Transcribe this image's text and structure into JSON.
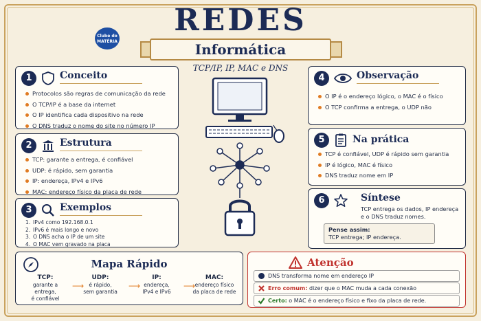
{
  "header": {
    "title": "REDES",
    "banner": "Informática",
    "subtitle": "TCP/IP, IP, MAC e DNS",
    "logo_lines": [
      "Clube do",
      "MATÉRIA"
    ]
  },
  "colors": {
    "navy": "#1c2b55",
    "orange": "#e07b22",
    "gold": "#c9a25e",
    "red": "#c0322d",
    "green": "#2b7a2b",
    "paper": "#f6efdf"
  },
  "cards": [
    {
      "num": "1",
      "icon": "shield-icon",
      "title": "Conceito",
      "items": [
        "Protocolos são regras de comunicação da rede",
        "O TCP/IP é a base da internet",
        "O IP identifica cada dispositivo na rede",
        "O DNS traduz o nome do site no número IP"
      ]
    },
    {
      "num": "2",
      "icon": "pillar-icon",
      "title": "Estrutura",
      "items": [
        "TCP: garante a entrega, é confiável",
        "UDP: é rápido, sem garantia",
        "IP: endereça, IPv4 e IPv6",
        "MAC: endereço físico da placa de rede"
      ]
    },
    {
      "num": "3",
      "icon": "magnifier-icon",
      "title": "Exemplos",
      "items": [
        {
          "n": "1.",
          "t": "IPv4 como 192.168.0.1"
        },
        {
          "n": "2.",
          "t": "IPv6 é mais longo e novo"
        },
        {
          "n": "3.",
          "t": "O DNS acha o IP de um site"
        },
        {
          "n": "4.",
          "t": "O MAC vem gravado na placa"
        }
      ]
    },
    {
      "num": "4",
      "icon": "eye-icon",
      "title": "Observação",
      "items": [
        "O IP é o endereço lógico, o MAC é o físico",
        "O TCP confirma a entrega, o UDP não"
      ]
    },
    {
      "num": "5",
      "icon": "clipboard-icon",
      "title": "Na prática",
      "items": [
        "TCP é confiável, UDP é rápido sem garantia",
        "IP é lógico, MAC é físico",
        "DNS traduz nome em IP"
      ]
    },
    {
      "num": "6",
      "icon": "star-icon",
      "title": "Síntese",
      "lines": [
        "TCP entrega os dados, IP endereça",
        "e o DNS traduz nomes."
      ],
      "pense_label": "Pense assim:",
      "pense_text": "TCP entrega; IP endereça."
    }
  ],
  "mapa": {
    "title": "Mapa Rápido",
    "items": [
      {
        "head": "TCP:",
        "lines": [
          "garante a entrega,",
          "é confiável"
        ]
      },
      {
        "head": "UDP:",
        "lines": [
          "é rápido,",
          "sem garantia"
        ]
      },
      {
        "head": "IP:",
        "lines": [
          "endereça,",
          "IPv4 e IPv6"
        ]
      },
      {
        "head": "MAC:",
        "lines": [
          "endereço físico",
          "da placa de rede"
        ]
      }
    ]
  },
  "atencao": {
    "title": "Atenção",
    "rows": [
      {
        "icon": "dot-icon",
        "label": "",
        "text": "DNS transforma nome em endereço IP"
      },
      {
        "icon": "x-icon",
        "label": "Erro comum:",
        "text": " dizer que o MAC muda a cada conexão"
      },
      {
        "icon": "check-icon",
        "label": "Certo:",
        "text": " o MAC é o endereço físico e fixo da placa de rede."
      }
    ]
  }
}
